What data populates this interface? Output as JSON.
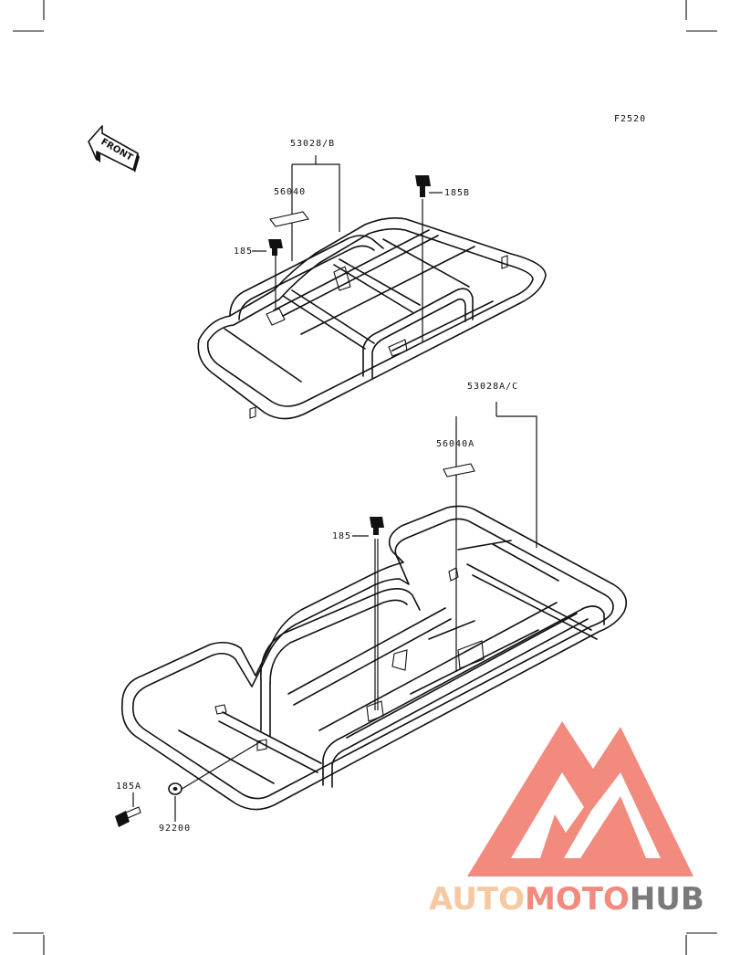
{
  "figure_code": "F2520",
  "front_marker": "FRONT",
  "callouts": {
    "rack_front_assy": "53028/B",
    "label_front": "56040",
    "bolt_front_left": "185",
    "bolt_front_right": "185B",
    "rack_rear_assy": "53028A/C",
    "label_rear": "56040A",
    "bolt_rear": "185",
    "bolt_rear_lower": "185A",
    "washer_rear": "92200"
  },
  "watermark": {
    "part1": "AUTO",
    "part2": "MOTO",
    "part3": "HUB",
    "colors": {
      "primary": "#f28a7e",
      "secondary": "#f8c8a0",
      "dark": "#7a7a7a"
    }
  }
}
